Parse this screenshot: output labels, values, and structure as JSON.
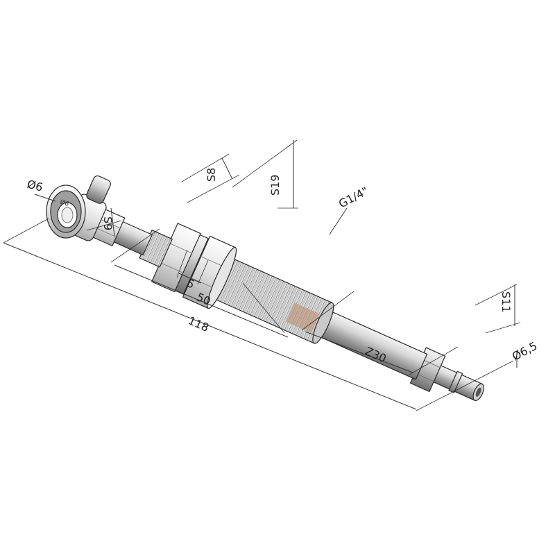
{
  "dimensions": {
    "d6": "Ø6",
    "s9": "S9",
    "s8": "S8",
    "s19": "S19",
    "thread": "G1/4\"",
    "d5": "5",
    "d50": "50",
    "d118": "118",
    "z30": "Z30",
    "s11": "S11",
    "d65": "Ø6,5"
  },
  "markings": {
    "ring_label": "Ø6"
  }
}
